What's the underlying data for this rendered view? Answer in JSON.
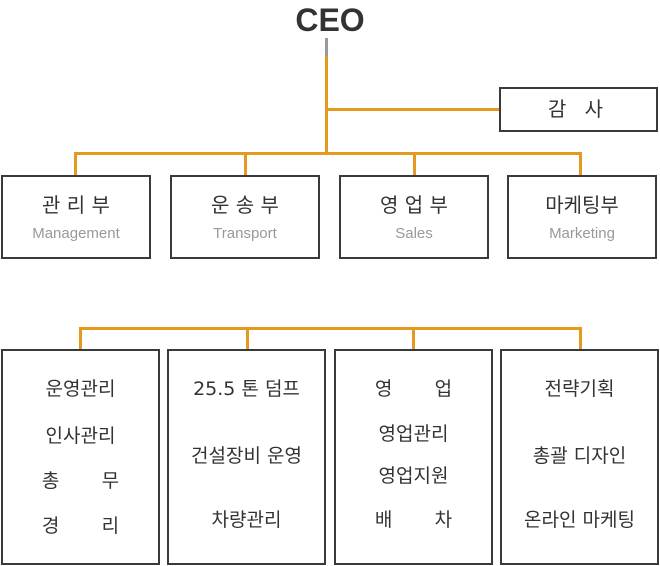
{
  "ceo": "CEO",
  "audit": "감 사",
  "departments": [
    {
      "ko": "관 리 부",
      "en": "Management"
    },
    {
      "ko": "운 송 부",
      "en": "Transport"
    },
    {
      "ko": "영 업 부",
      "en": "Sales"
    },
    {
      "ko": "마케팅부",
      "en": "Marketing"
    }
  ],
  "sub_units": [
    {
      "items": [
        "운영관리",
        "인사관리",
        "총       무",
        "경       리"
      ]
    },
    {
      "items": [
        "25.5 톤 덤프",
        "건설장비 운영",
        "차량관리"
      ]
    },
    {
      "items": [
        "영       업",
        "영업관리",
        "영업지원",
        "배       차"
      ]
    },
    {
      "items": [
        "전략기획",
        "총괄 디자인",
        "온라인 마케팅"
      ]
    }
  ],
  "colors": {
    "connector": "#e39a1f",
    "ceo_stem": "#9a9a9a",
    "box_border": "#3a3a3a",
    "english_label": "#999999"
  }
}
